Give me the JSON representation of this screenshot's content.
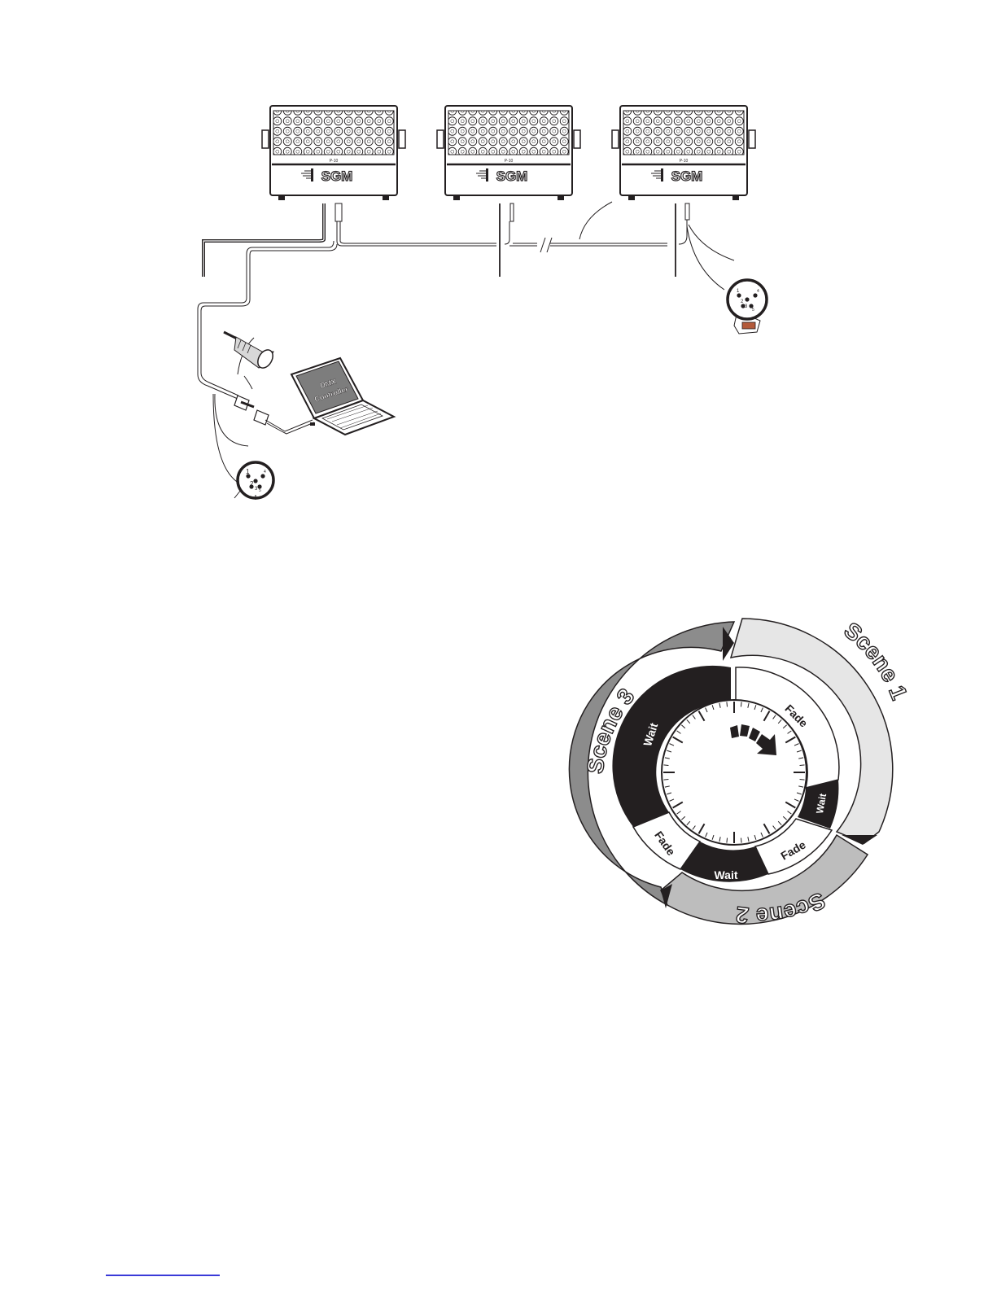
{
  "wiring": {
    "fixture_brand": "SGM",
    "fixture_model": "P-10",
    "controller_label_line1": "DMX",
    "controller_label_line2": "Controller",
    "connector_pins": [
      "1",
      "2",
      "3",
      "4",
      "5"
    ]
  },
  "scene_wheel": {
    "scenes": [
      "Scene 1",
      "Scene 2",
      "Scene 3"
    ],
    "segments": {
      "fade": "Fade",
      "wait": "Wait"
    },
    "colors": {
      "scene_1_ring": "#e6e6e6",
      "scene_2_ring": "#bdbdbd",
      "scene_3_ring": "#8c8c8c",
      "wait": "#231f20",
      "fade": "#ffffff",
      "outline": "#231f20"
    }
  }
}
